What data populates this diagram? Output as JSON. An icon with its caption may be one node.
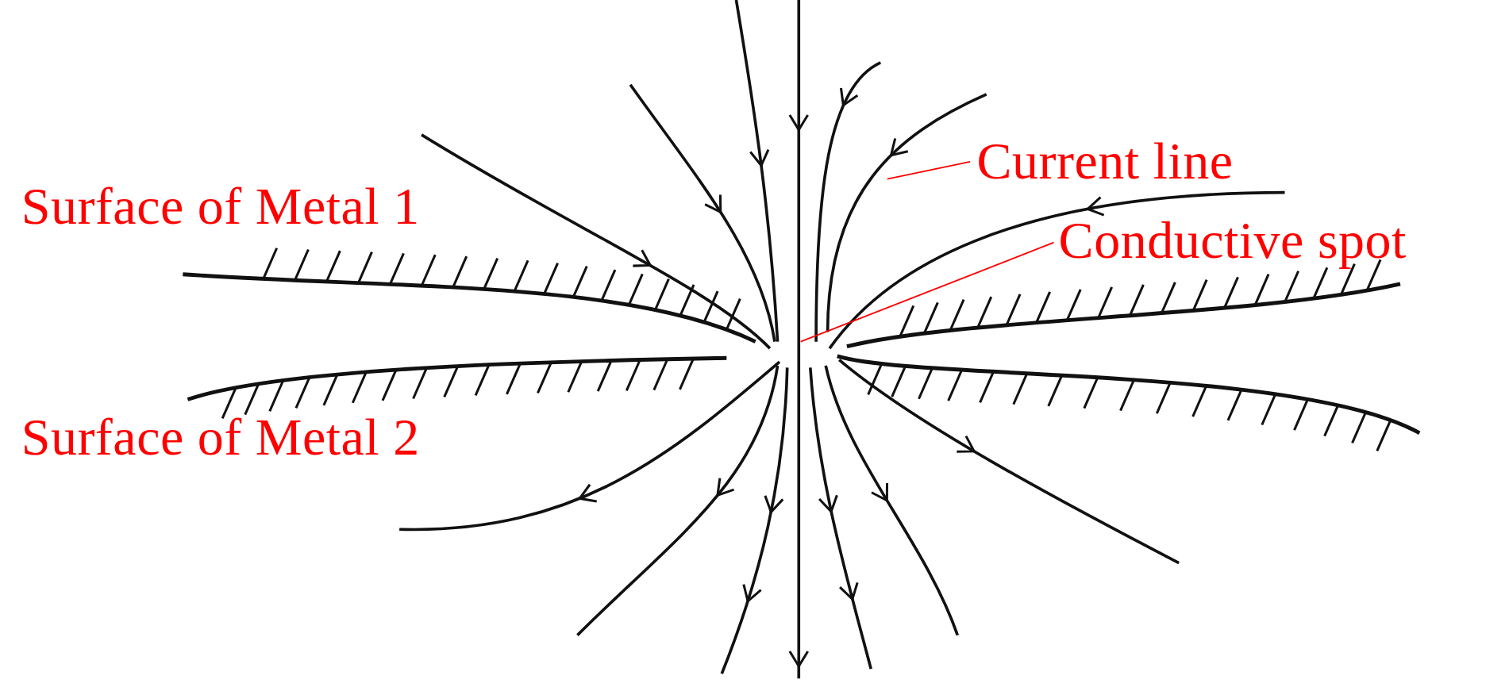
{
  "diagram": {
    "nodes": [
      {
        "text": [
          "Current line"
        ]
      },
      {
        "text": [],
        "shape": "curve"
      },
      {
        "text": [
          "Conductive spot"
        ]
      }
    ],
    "edges": [
      {
        "from": 0,
        "to": 1,
        "arrow": "none"
      },
      {
        "from": 2,
        "to": null,
        "arrow": "none"
      }
    ],
    "labels": [
      "Surface of Metal 1",
      "Surface of Metal 2"
    ]
  }
}
